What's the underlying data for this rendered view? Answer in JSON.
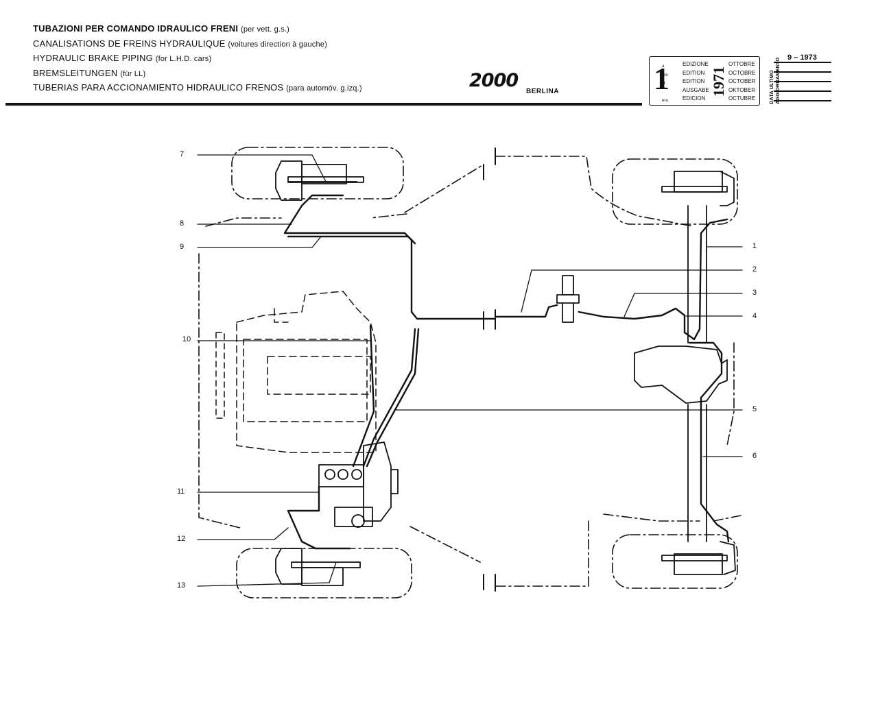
{
  "header": {
    "titles": [
      {
        "main": "TUBAZIONI PER COMANDO IDRAULICO FRENI",
        "note": "(per vett. g.s.)"
      },
      {
        "main": "CANALISATIONS DE FREINS HYDRAULIQUE",
        "note": "(voitures direction à gauche)"
      },
      {
        "main": "HYDRAULIC BRAKE PIPING",
        "note": "(for L.H.D. cars)"
      },
      {
        "main": "BREMSLEITUNGEN",
        "note": "(für LL)"
      },
      {
        "main": "TUBERIAS PARA ACCIONAMIENTO HIDRAULICO FRENOS",
        "note": "(para automóv. g.izq.)"
      }
    ],
    "logo": "2000",
    "model": "BERLINA"
  },
  "edition": {
    "number": "1",
    "superscripts": [
      "a",
      "ère",
      "st",
      ".",
      "era"
    ],
    "words": [
      "EDIZIONE",
      "EDITION",
      "EDITION",
      "AUSGABE",
      "EDICION"
    ],
    "year": "1971",
    "months": [
      "OTTOBRE",
      "OCTOBRE",
      "OCTOBER",
      "OKTOBER",
      "OCTUBRE"
    ],
    "update_label_1": "DATA ULTIMO",
    "update_label_2": "AGGIORNAMENTO",
    "update_date": "9 – 1973"
  },
  "callouts": [
    "1",
    "2",
    "3",
    "4",
    "5",
    "6",
    "7",
    "8",
    "9",
    "10",
    "11",
    "12",
    "13"
  ]
}
